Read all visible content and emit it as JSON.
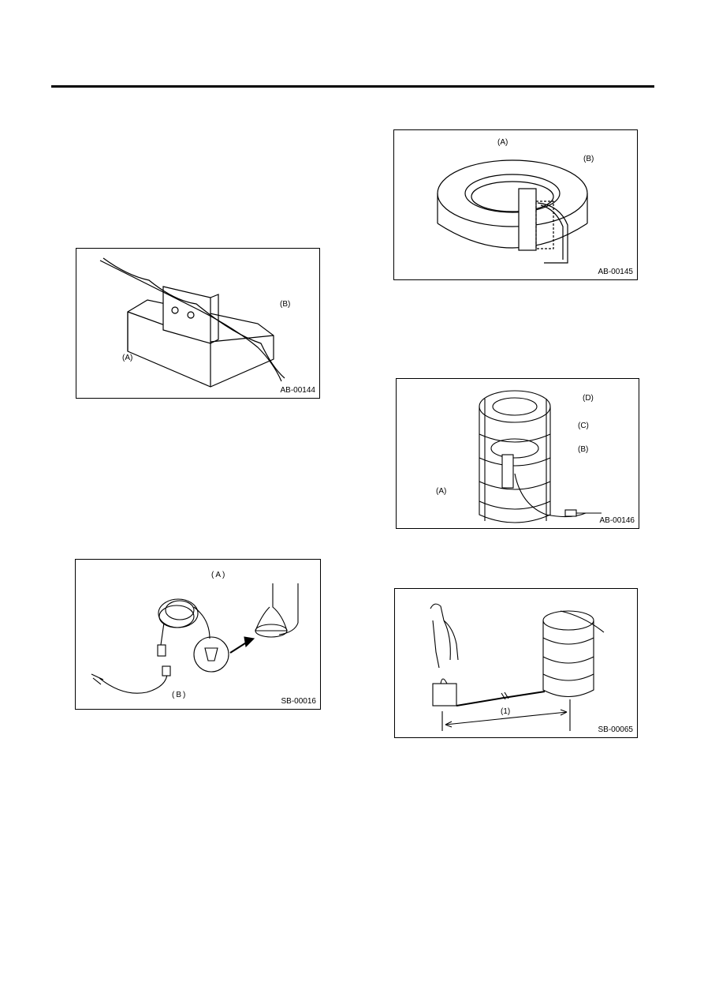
{
  "figures": [
    {
      "code": "AB-00144",
      "labels": {
        "a": "(A)",
        "b": "(B)"
      }
    },
    {
      "code": "AB-00145",
      "labels": {
        "a": "(A)",
        "b": "(B)"
      }
    },
    {
      "code": "SB-00016",
      "labels": {
        "a": "(A)",
        "b": "(B)"
      }
    },
    {
      "code": "AB-00146",
      "labels": {
        "a": "(A)",
        "b": "(B)",
        "c": "(C)",
        "d": "(D)"
      }
    },
    {
      "code": "SB-00065",
      "labels": {
        "dim": "(1)"
      }
    }
  ]
}
